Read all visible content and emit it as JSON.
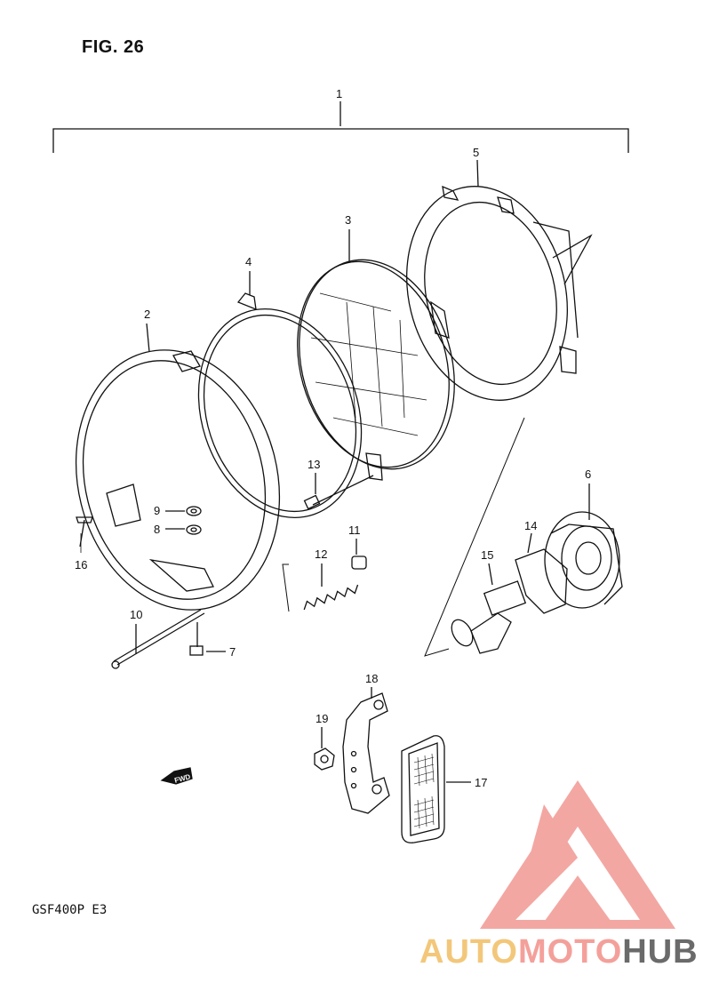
{
  "figure": {
    "title": "FIG. 26",
    "model_code": "GSF400P  E3",
    "fwd_label": "FWD"
  },
  "callouts": [
    "1",
    "2",
    "3",
    "4",
    "5",
    "6",
    "7",
    "8",
    "9",
    "10",
    "11",
    "12",
    "13",
    "14",
    "15",
    "16",
    "17",
    "18",
    "19"
  ],
  "watermark": {
    "text_part1": "AUTO",
    "text_part2": "MOTO",
    "text_part3": "HUB",
    "colors": {
      "logo": "#f08a84",
      "text1": "#f3c77a",
      "text2": "#f4a09a",
      "text3": "#6a6a6a"
    }
  }
}
